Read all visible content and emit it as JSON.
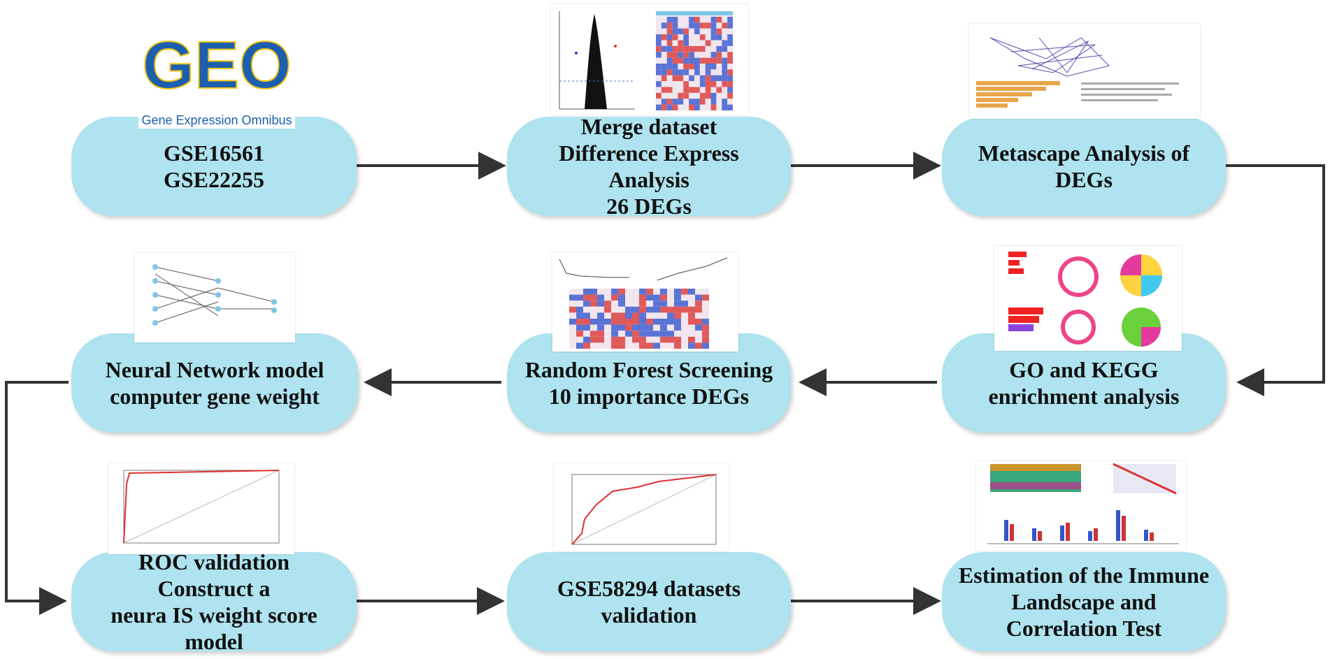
{
  "steps": [
    {
      "id": "geo",
      "lines": [
        "GSE16561",
        "GSE22255"
      ]
    },
    {
      "id": "merge",
      "lines": [
        "Merge dataset",
        "Difference Express",
        "Analysis",
        "26 DEGs"
      ]
    },
    {
      "id": "metascape",
      "lines": [
        "Metascape Analysis of",
        "DEGs"
      ]
    },
    {
      "id": "neural",
      "lines": [
        "Neural Network model",
        "computer gene weight"
      ]
    },
    {
      "id": "randomforest",
      "lines": [
        "Random Forest Screening",
        "10 importance DEGs"
      ]
    },
    {
      "id": "gokegg",
      "lines": [
        "GO and KEGG",
        "enrichment analysis"
      ]
    },
    {
      "id": "roc",
      "lines": [
        "ROC validation",
        "Construct a",
        "neura IS weight score",
        "model"
      ]
    },
    {
      "id": "gse58294",
      "lines": [
        "GSE58294 datasets",
        "validation"
      ]
    },
    {
      "id": "immune",
      "lines": [
        "Estimation of the Immune",
        "Landscape and",
        "Correlation Test"
      ]
    }
  ],
  "geo_logo": {
    "wordmark": "GEO",
    "caption": "Gene Expression Omnibus"
  },
  "colors": {
    "node_fill": "#aee3ef",
    "arrow": "#333333",
    "logo_blue": "#1c5fae",
    "logo_yellow": "#f3c317"
  }
}
